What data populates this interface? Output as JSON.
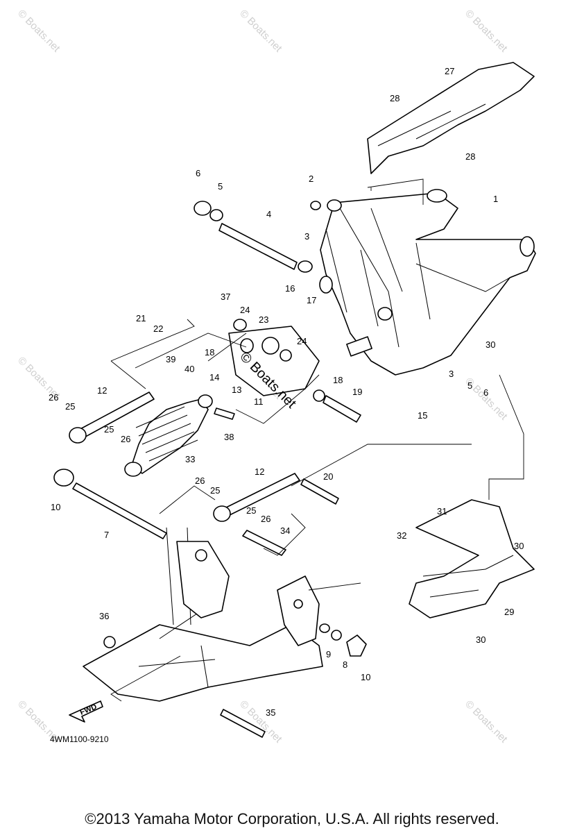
{
  "watermark": {
    "text": "© Boats.net"
  },
  "center_watermark": {
    "text": "© Boats.net"
  },
  "diagram_code": "4WM1100-9210",
  "fwd_label": "FWD",
  "copyright": "©2013 Yamaha Motor Corporation, U.S.A. All rights reserved.",
  "callouts": [
    "1",
    "2",
    "3",
    "4",
    "5",
    "6",
    "3",
    "5",
    "6",
    "7",
    "8",
    "9",
    "10",
    "10",
    "11",
    "12",
    "12",
    "13",
    "14",
    "15",
    "16",
    "17",
    "18",
    "18",
    "19",
    "20",
    "21",
    "22",
    "23",
    "24",
    "24",
    "25",
    "25",
    "25",
    "25",
    "26",
    "26",
    "26",
    "26",
    "27",
    "28",
    "28",
    "29",
    "30",
    "30",
    "30",
    "31",
    "32",
    "33",
    "34",
    "35",
    "36",
    "37",
    "38",
    "39",
    "40"
  ]
}
